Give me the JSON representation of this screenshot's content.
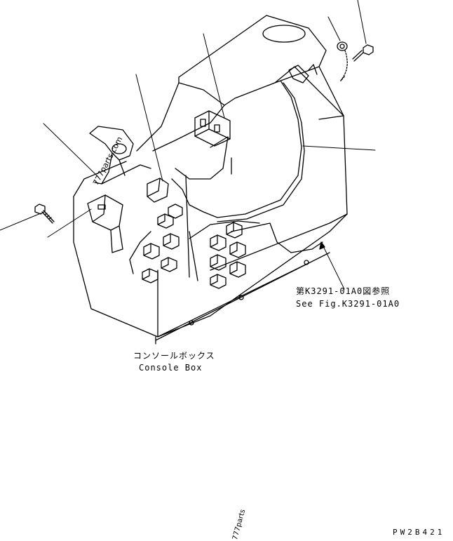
{
  "labels": {
    "ref_jp": "第K3291-01A0図参照",
    "ref_en": "See Fig.K3291-01A0",
    "console_jp": "コンソールボックス",
    "console_en": "Console Box",
    "drawing_code": "PW2B421"
  },
  "watermarks": {
    "main": "777parts.com",
    "bottom": "777parts"
  }
}
